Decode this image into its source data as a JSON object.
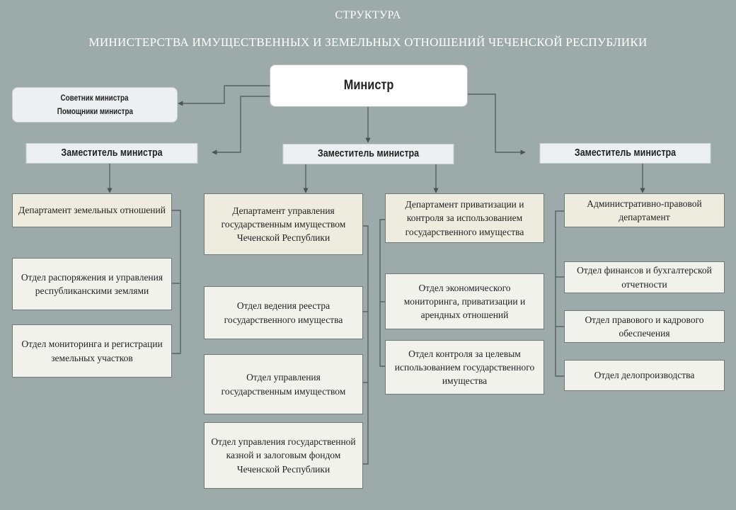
{
  "title": {
    "line1": "СТРУКТУРА",
    "line2": "МИНИСТЕРСТВА ИМУЩЕСТВЕННЫХ И ЗЕМЕЛЬНЫХ ОТНОШЕНИЙ ЧЕЧЕНСКОЙ РЕСПУБЛИКИ"
  },
  "minister": "Министр",
  "advisor": {
    "line1": "Советник министра",
    "line2": "Помощники министра"
  },
  "deputies": [
    "Заместитель министра",
    "Заместитель министра",
    "Заместитель министра"
  ],
  "col1": {
    "dept": "Департамент земельных отношений",
    "units": [
      "Отдел распоряжения и управления республиканскими землями",
      "Отдел мониторинга и регистрации земельных участков"
    ]
  },
  "col2": {
    "dept": "Департамент управления государственным имуществом Чеченской Республики",
    "units": [
      "Отдел ведения реестра государственного имущества",
      "Отдел управления государственным имуществом",
      "Отдел управления государственной казной и залоговым фондом Чеченской Республики"
    ]
  },
  "col3": {
    "dept": "Департамент приватизации и контроля за использованием государственного имущества",
    "units": [
      "Отдел экономического мониторинга, приватизации и арендных отношений",
      "Отдел контроля за целевым использованием государственного имущества"
    ]
  },
  "col4": {
    "dept": "Административно-правовой департамент",
    "units": [
      "Отдел финансов и бухгалтерской отчетности",
      "Отдел правового и кадрового обеспечения",
      "Отдел делопроизводства"
    ]
  }
}
